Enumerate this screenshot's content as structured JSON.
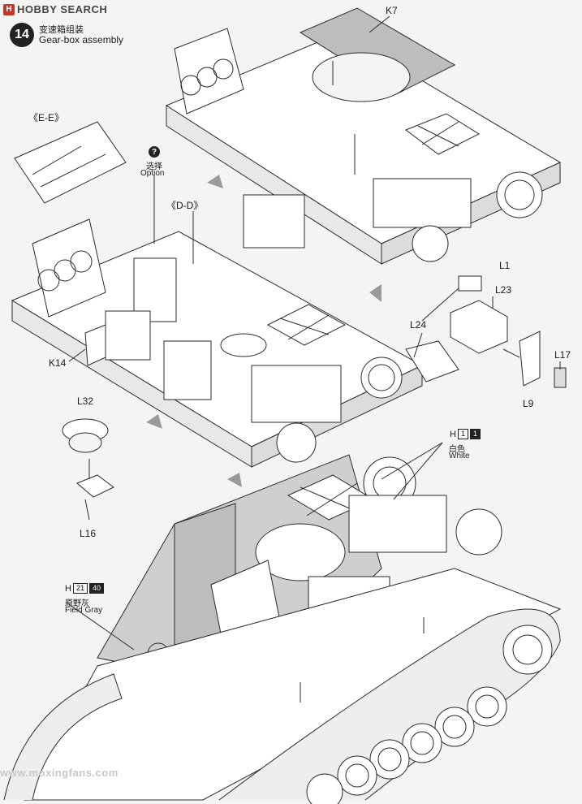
{
  "header": {
    "logo_text": "HOBBY SEARCH"
  },
  "step": {
    "number": "14",
    "title_cn": "变速箱组装",
    "title_en": "Gear-box assembly"
  },
  "labels": {
    "k7": "K7",
    "ee": "《E-E》",
    "option_cn": "选择",
    "option_en": "Option",
    "dd": "《D-D》",
    "l1": "L1",
    "l23": "L23",
    "l24": "L24",
    "l17": "L17",
    "k14": "K14",
    "l9": "L9",
    "l32": "L32",
    "l16": "L16"
  },
  "paints": {
    "white": {
      "code": "H",
      "num1": "1",
      "num2": "1",
      "name_cn": "白色",
      "name_en": "White"
    },
    "field_gray": {
      "code": "H",
      "num1": "21",
      "num2": "40",
      "name_cn": "原野灰",
      "name_en": "Field Gray"
    }
  },
  "watermark": "www.moxingfans.com"
}
